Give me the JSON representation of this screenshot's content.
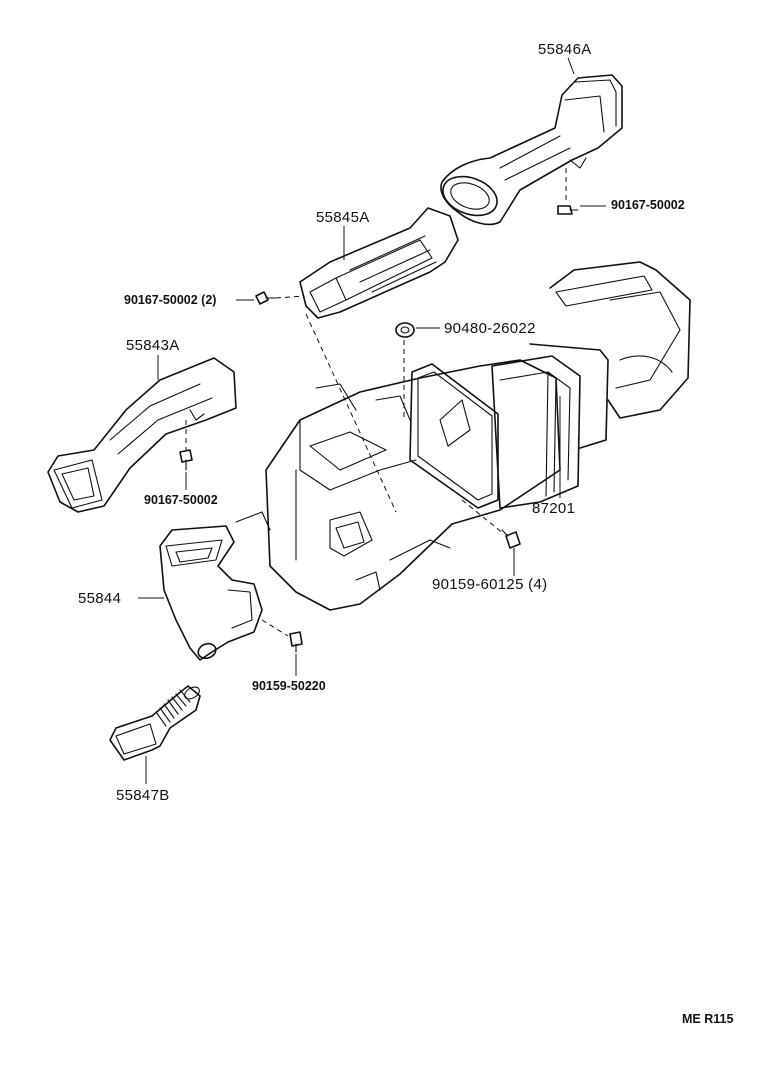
{
  "labels": {
    "p55846a": "55846A",
    "p90167_top": "90167-50002",
    "p55845a": "55845A",
    "p90167_2": "90167-50002 (2)",
    "p90480": "90480-26022",
    "p55843a": "55843A",
    "p90167_mid": "90167-50002",
    "p87201": "87201",
    "p90159_4": "90159-60125 (4)",
    "p55844": "55844",
    "p90159_50220": "90159-50220",
    "p55847b": "55847B"
  },
  "footer": {
    "code": "ME  R115"
  }
}
